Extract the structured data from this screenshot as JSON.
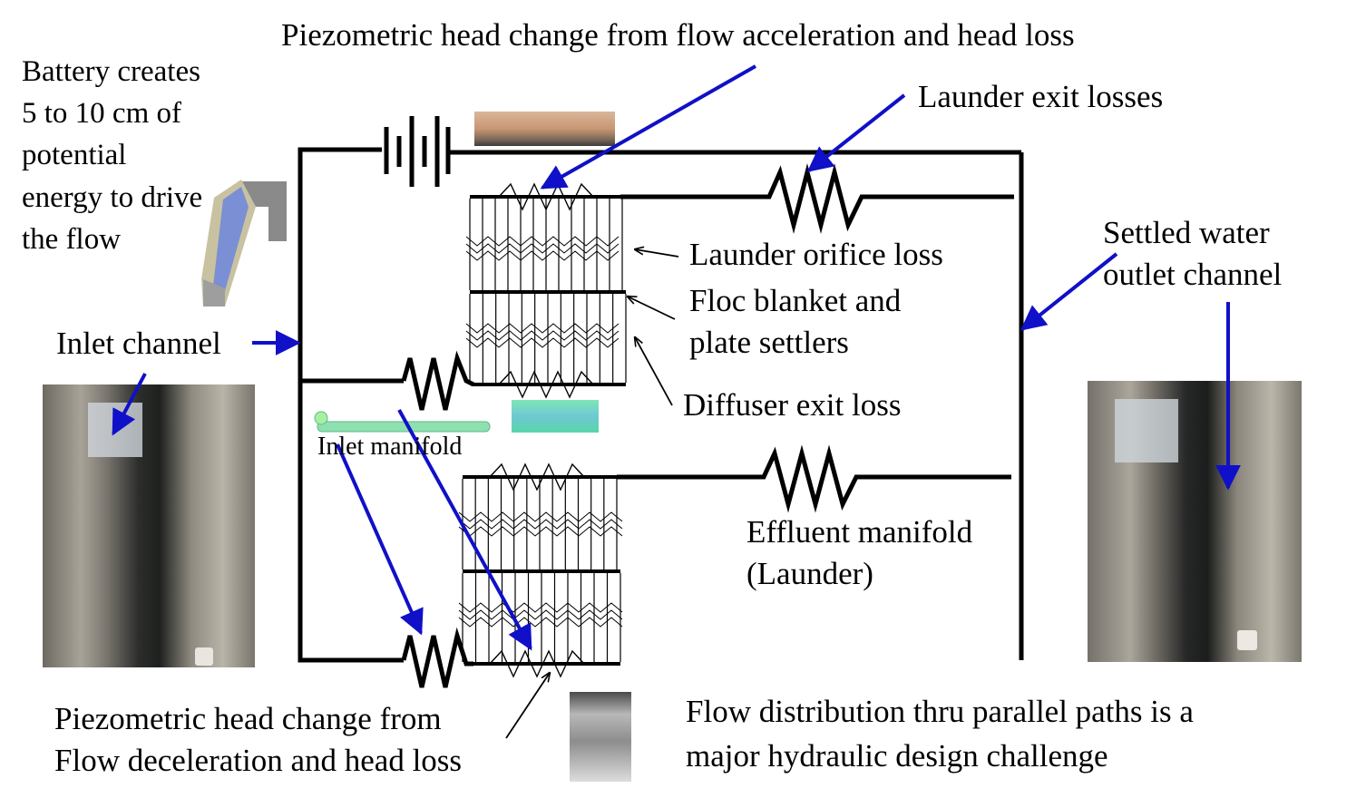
{
  "labels": {
    "top_title": "Piezometric head change from flow acceleration and head loss",
    "battery": "Battery creates\n5 to 10 cm of\npotential\nenergy to drive\nthe flow",
    "launder_exit": "Launder exit losses",
    "launder_orifice": "Launder orifice loss",
    "floc_blanket": "Floc blanket and\nplate settlers",
    "diffuser_exit": "Diffuser exit loss",
    "settled_water": "Settled water\noutlet channel",
    "inlet_channel": "Inlet channel",
    "inlet_manifold": "Inlet manifold",
    "effluent_manifold": "Effluent manifold\n(Launder)",
    "bottom_left": "Piezometric head change from\nFlow deceleration and head loss",
    "bottom_right": "Flow distribution thru parallel paths is a\nmajor hydraulic design challenge"
  },
  "colors": {
    "wire": "#000000",
    "arrow": "#1010c8",
    "pipe_green": "#8fe0b0",
    "photo_concrete": "#8c8880"
  }
}
